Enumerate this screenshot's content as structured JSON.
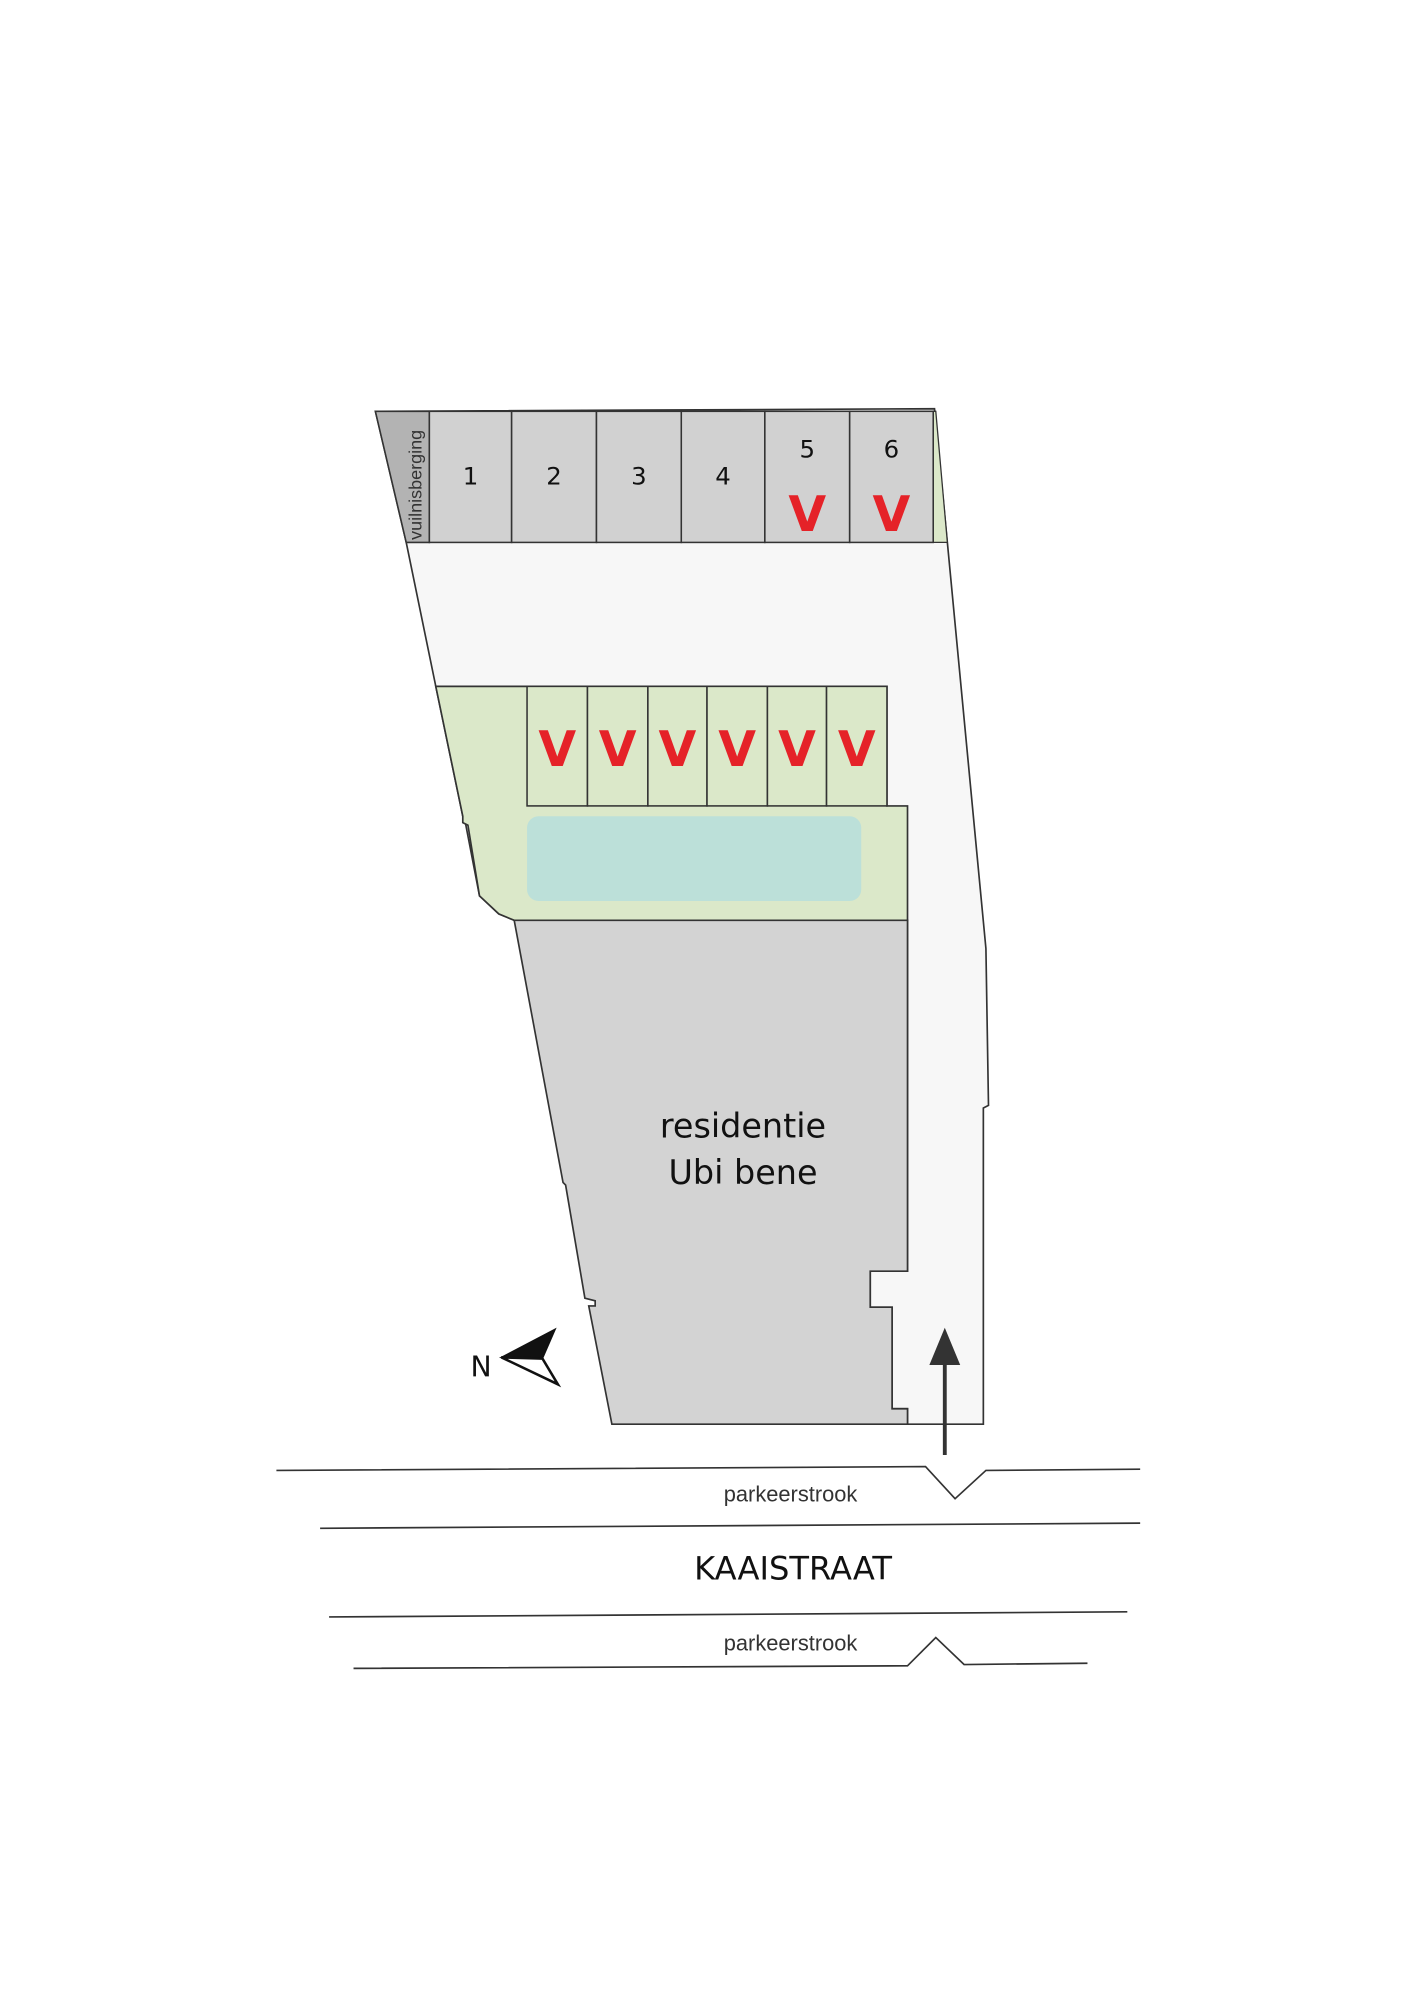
{
  "storage": {
    "waste_label": "vuilnisberging",
    "units": [
      "1",
      "2",
      "3",
      "4",
      "5",
      "6"
    ],
    "reserved_marks": [
      "V",
      "V"
    ]
  },
  "parking": {
    "spots": [
      "V",
      "V",
      "V",
      "V",
      "V",
      "V"
    ]
  },
  "building": {
    "line1": "residentie",
    "line2": "Ubi bene"
  },
  "compass": {
    "label": "N"
  },
  "street": {
    "name": "KAAISTRAAT",
    "parking_strip_top": "parkeerstrook",
    "parking_strip_bottom": "parkeerstrook"
  },
  "colors": {
    "storage": "#d1d1d1",
    "waste": "#b3b3b3",
    "courtyard": "#f7f7f7",
    "garden": "#dbe8c9",
    "pool": "#bce0d9",
    "building": "#d3d3d3",
    "mark": "#e52228"
  }
}
